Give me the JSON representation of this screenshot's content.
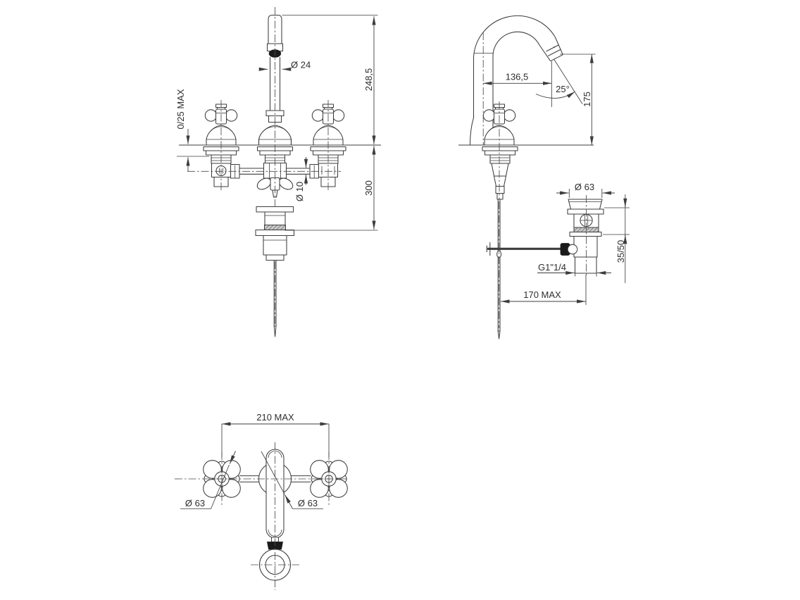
{
  "drawing": {
    "front_view": {
      "spout_diameter": "Ø 24",
      "height_above_deck": "248,5",
      "deck_thickness_max": "0/25 MAX",
      "pipe_diameter": "Ø 10",
      "depth_below_deck": "300"
    },
    "side_view": {
      "spout_reach": "136,5",
      "outlet_angle": "25°",
      "outlet_height": "175",
      "waste_flange_diameter": "Ø 63",
      "clamping_range": "35/50",
      "waste_thread": "G1\"1/4",
      "rod_to_waste_max": "170 MAX"
    },
    "plan_view": {
      "centers_distance_max": "210 MAX",
      "handle_rosette_diameter": "Ø 63",
      "body_rosette_diameter": "Ø 63"
    },
    "colors": {
      "line": "#3d3d3d",
      "dark_fill": "#1a1a1a",
      "background": "#ffffff"
    }
  }
}
